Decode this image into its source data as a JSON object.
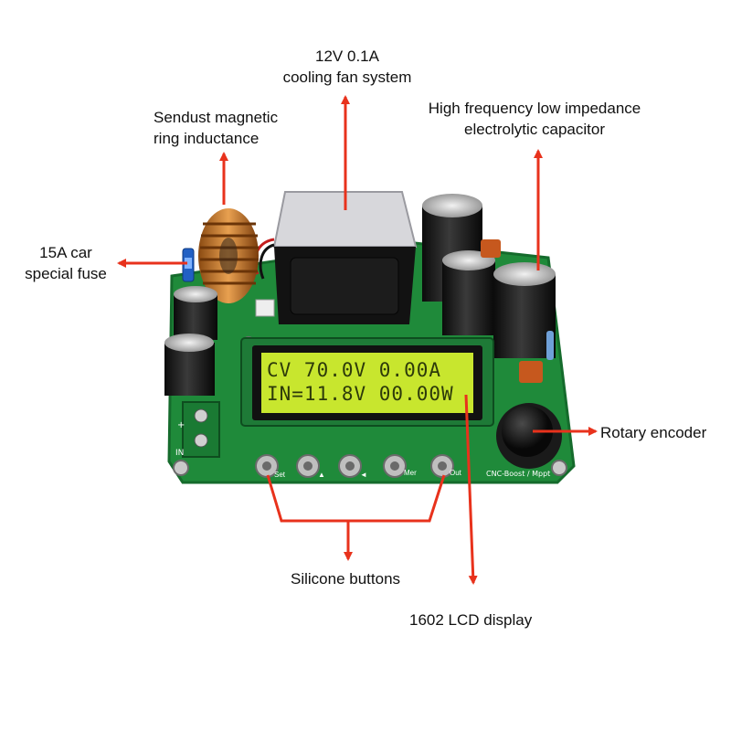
{
  "annotations": {
    "cooling_fan": {
      "line1": "12V 0.1A",
      "line2": "cooling fan system"
    },
    "inductor": {
      "line1": "Sendust magnetic",
      "line2": "ring inductance"
    },
    "capacitor": {
      "line1": "High frequency low impedance",
      "line2": "electrolytic capacitor"
    },
    "fuse": {
      "line1": "15A car",
      "line2": "special fuse"
    },
    "encoder": "Rotary encoder",
    "buttons": "Silicone buttons",
    "lcd": "1602 LCD display"
  },
  "lcd": {
    "row1": "CV  70.0V  0.00A",
    "row2": " IN=11.8V 00.00W"
  },
  "board": {
    "terminal_plus": "+",
    "terminal_in": "IN",
    "button_labels": [
      "Set",
      "▲",
      "◄",
      "Mer",
      "Out"
    ],
    "model_text": "CNC-Boost / Mppt"
  },
  "colors": {
    "arrow": "#e8321c",
    "pcb": "#1f8a3a",
    "lcd_backlight": "#c8e62e"
  }
}
